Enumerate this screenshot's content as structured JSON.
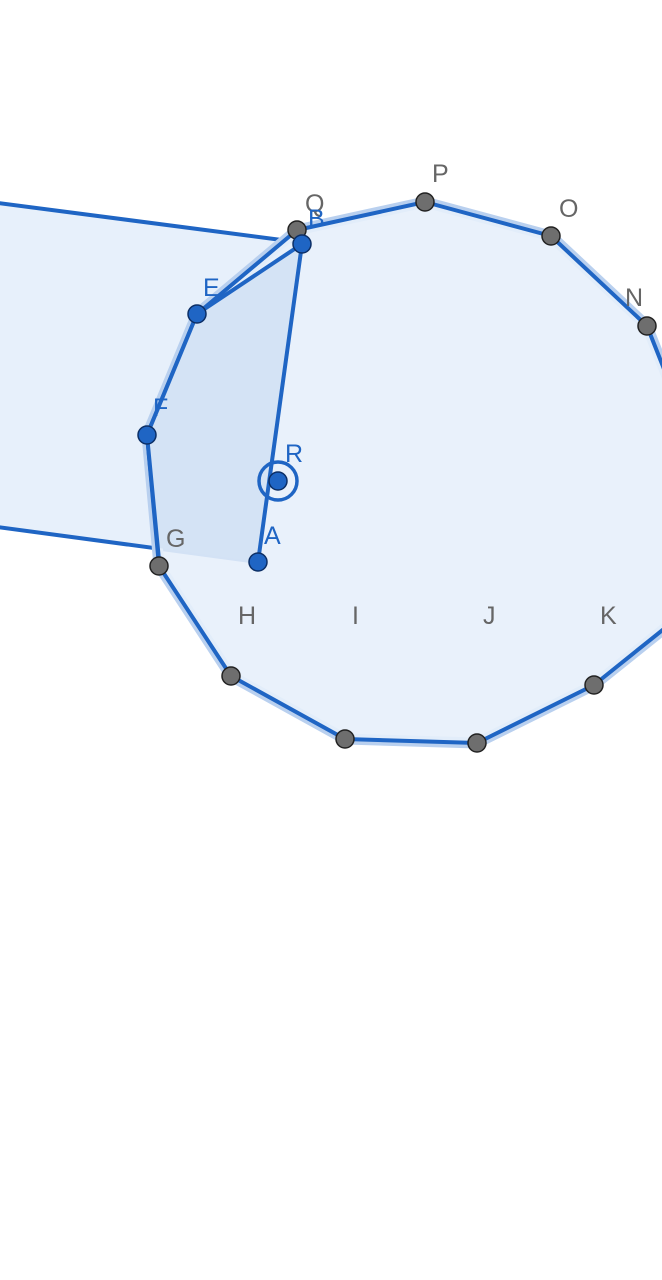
{
  "colors": {
    "background": "#ffffff",
    "fill_light": "#e7f0fb",
    "fill_mid": "#d4e3f5",
    "stroke_blue": "#1f65c4",
    "halo": "#b9d0ef",
    "point_blue": "#1f65c4",
    "point_gray": "#6e6e6e",
    "label_blue": "#1f65c4",
    "label_gray": "#666666"
  },
  "points": {
    "A": {
      "label": "A",
      "kind": "blue"
    },
    "B": {
      "label": "B",
      "kind": "blue"
    },
    "E": {
      "label": "E",
      "kind": "blue"
    },
    "F": {
      "label": "F",
      "kind": "blue"
    },
    "R": {
      "label": "R",
      "kind": "blue",
      "selected": true
    },
    "G": {
      "label": "G",
      "kind": "gray"
    },
    "H": {
      "label": "H",
      "kind": "gray"
    },
    "I": {
      "label": "I",
      "kind": "gray"
    },
    "J": {
      "label": "J",
      "kind": "gray"
    },
    "K": {
      "label": "K",
      "kind": "gray"
    },
    "N": {
      "label": "N",
      "kind": "gray"
    },
    "O": {
      "label": "O",
      "kind": "gray"
    },
    "P": {
      "label": "P",
      "kind": "gray"
    },
    "Q": {
      "label": "Q",
      "kind": "gray"
    }
  }
}
